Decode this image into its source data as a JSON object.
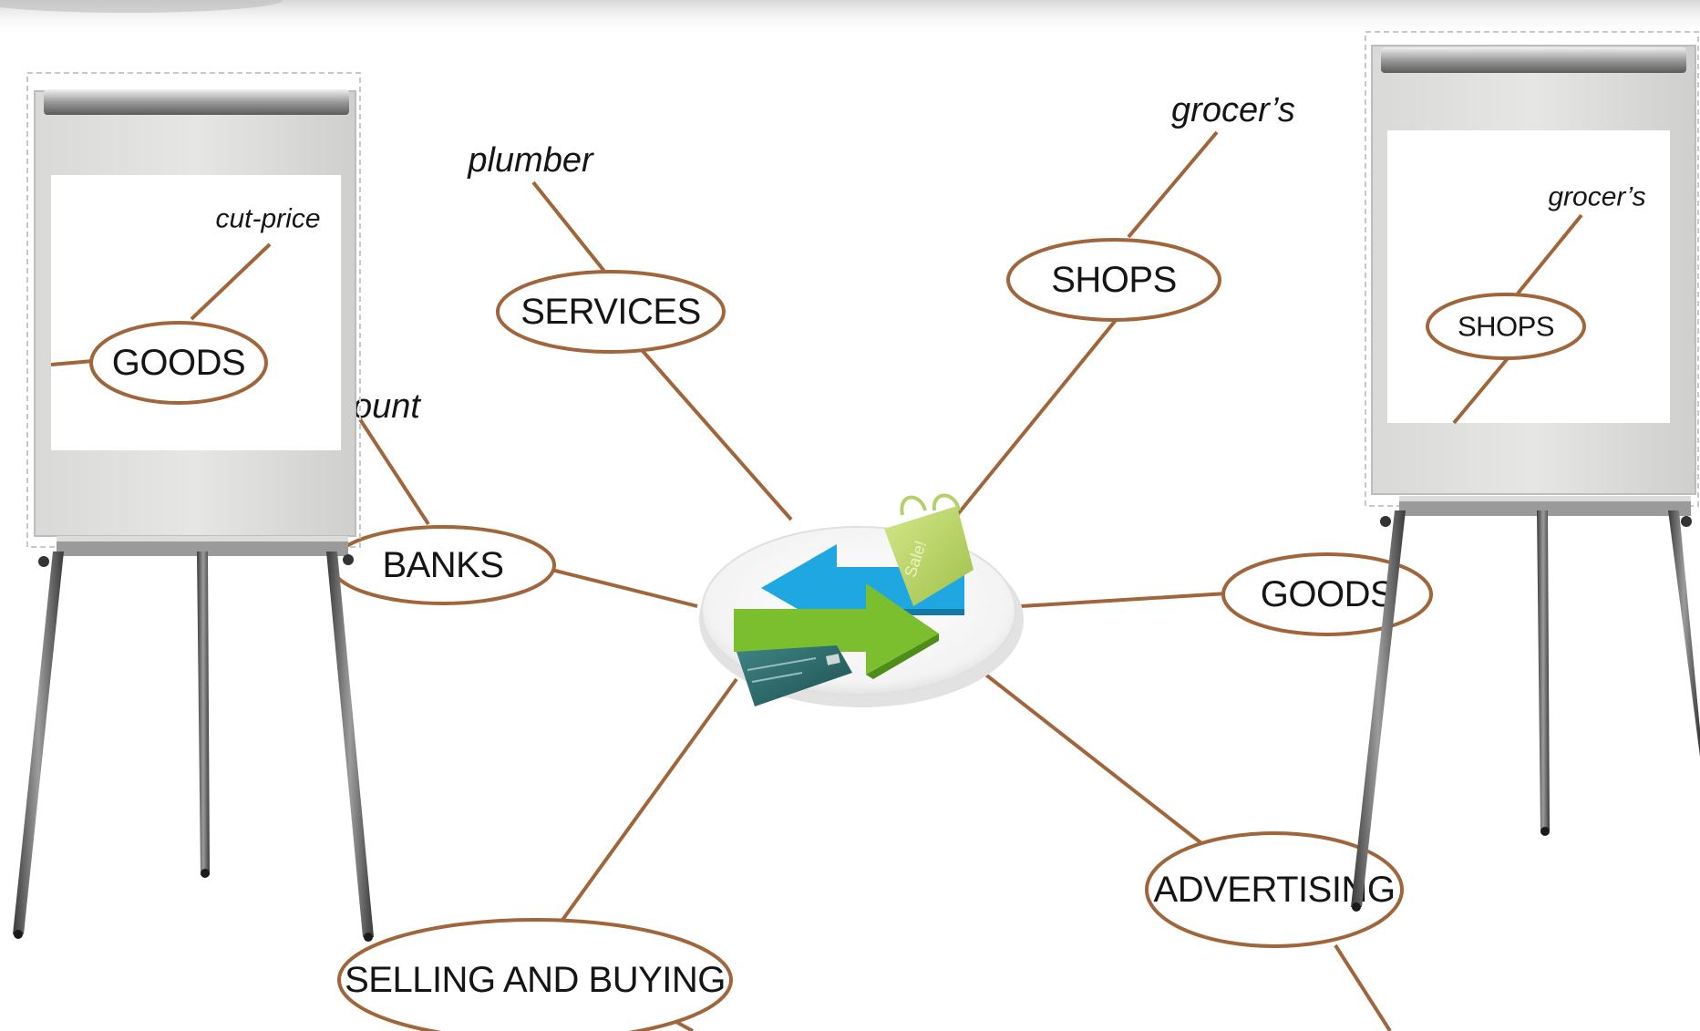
{
  "center_hub": {
    "card_text": "Sale!"
  },
  "nodes": {
    "services": "SERVICES",
    "shops": "SHOPS",
    "banks": "BANKS",
    "goods": "GOODS",
    "selling_and_buying": "SELLING AND BUYING",
    "advertising": "ADVERTISING"
  },
  "sub_labels": {
    "plumber": "plumber",
    "grocers": "grocer’s",
    "partial_account": "ount"
  },
  "left_flipchart": {
    "node": "GOODS",
    "sub_label": "cut-price"
  },
  "right_flipchart": {
    "node": "SHOPS",
    "sub_label": "grocer’s"
  },
  "colors": {
    "branch_line": "#a0653a",
    "arrow_blue": "#1ea7e0",
    "arrow_green": "#7cbf2e",
    "bag_green": "#b9d56a",
    "card_teal": "#2f6e6e"
  }
}
